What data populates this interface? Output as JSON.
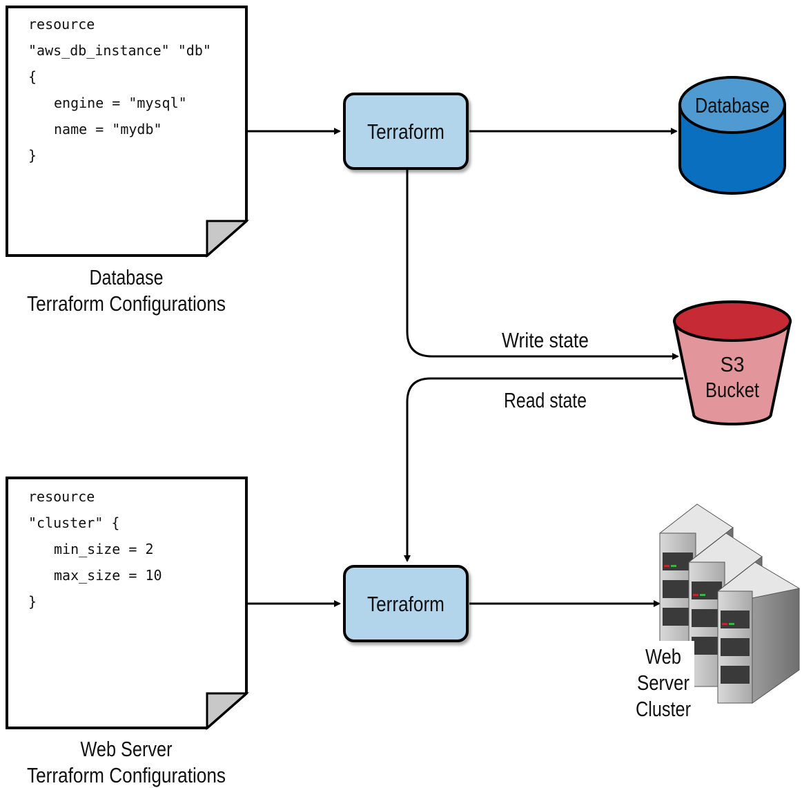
{
  "db_config": {
    "code_lines": [
      "resource",
      "\"aws_db_instance\" \"db\"",
      "{",
      "engine = \"mysql\"",
      "name = \"mydb\"",
      "}"
    ],
    "caption_line1": "Database",
    "caption_line2": "Terraform Configurations"
  },
  "web_config": {
    "code_lines": [
      "resource",
      "\"cluster\" {",
      "min_size = 2",
      "max_size = 10",
      "}"
    ],
    "caption_line1": "Web Server",
    "caption_line2": "Terraform Configurations"
  },
  "terraform_top": {
    "label": "Terraform"
  },
  "terraform_bottom": {
    "label": "Terraform"
  },
  "database": {
    "label": "Database"
  },
  "s3_bucket": {
    "label_line1": "S3",
    "label_line2": "Bucket"
  },
  "web_cluster": {
    "label_line1": "Web",
    "label_line2": "Server",
    "label_line3": "Cluster"
  },
  "edges": {
    "write_state": "Write state",
    "read_state": "Read state"
  },
  "colors": {
    "terraform_fill": "#b3d5ec",
    "database_fill": "#0a6fbf",
    "database_top": "#4f9ad1",
    "bucket_fill": "#e2959a",
    "bucket_top": "#c62a34",
    "fold_fill": "#c8c8c8"
  }
}
